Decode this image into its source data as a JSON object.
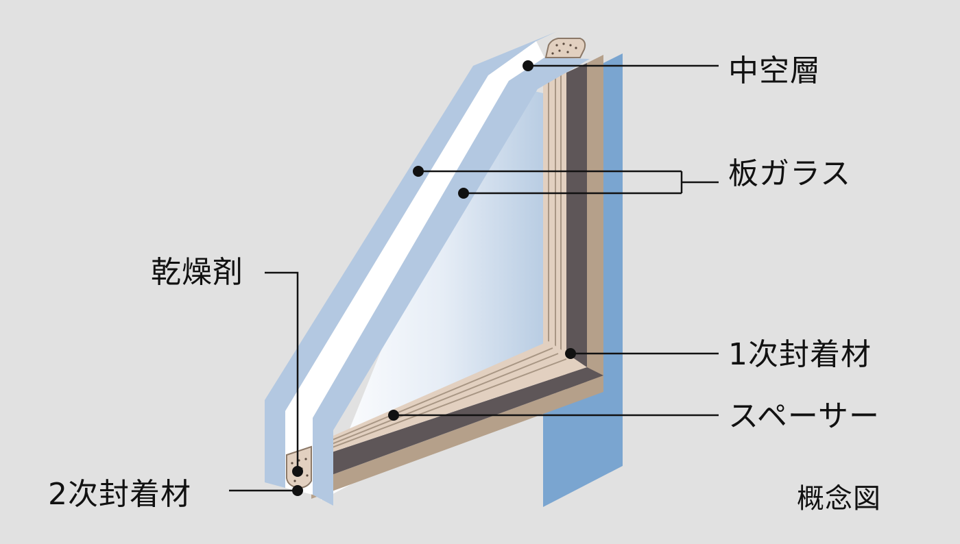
{
  "diagram": {
    "labels": {
      "hollow_layer": "中空層",
      "sheet_glass": "板ガラス",
      "desiccant": "乾燥剤",
      "primary_sealant": "1次封着材",
      "spacer": "スペーサー",
      "secondary_sealant": "2次封着材",
      "caption": "概念図"
    },
    "colors": {
      "background": "#e1e1e1",
      "glass_face": "#b3c8e1",
      "glass_edge": "#7aa5d0",
      "hollow_layer": "#ffffff",
      "spacer": "#e2d0c0",
      "primary_sealant": "#5e5658",
      "secondary_sealant": "#b5a08a",
      "leader_lines": "#111111"
    }
  }
}
